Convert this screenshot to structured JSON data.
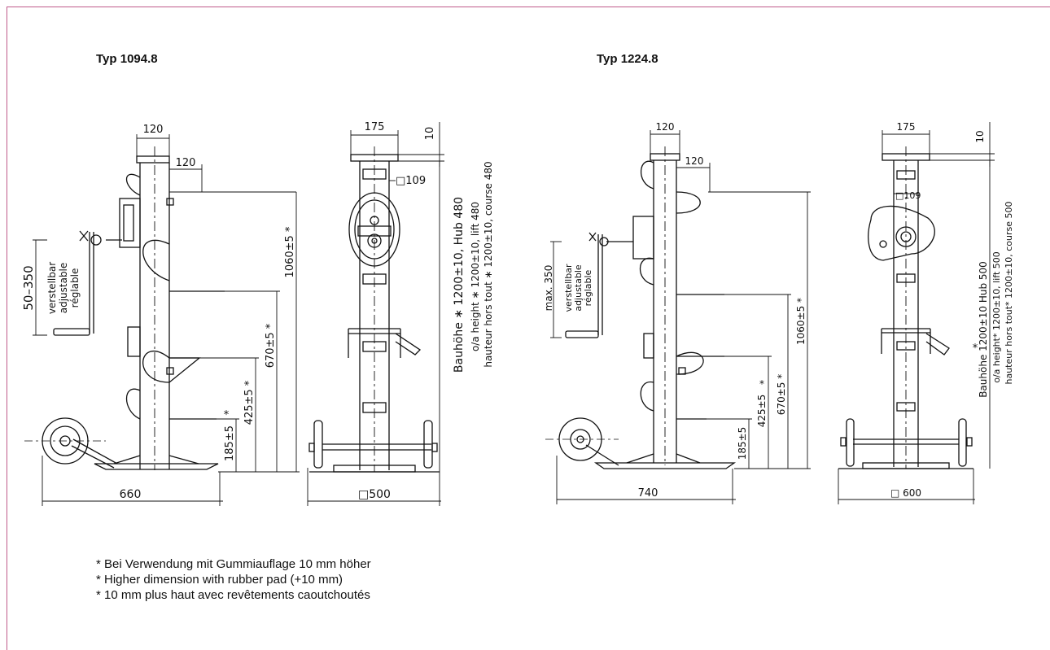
{
  "left_drawing": {
    "title": "Typ 1094.8",
    "side": {
      "top_width": "120",
      "bracket_width": "120",
      "adjust_range": "50–350",
      "adjust_de": "verstellbar",
      "adjust_en": "adjustable",
      "adjust_fr": "réglable",
      "dim_1060": "1060±5 *",
      "dim_670": "670±5 *",
      "dim_425": "425±5 *",
      "dim_185": "185±5",
      "star_185": "*",
      "base_width": "660"
    },
    "front": {
      "plate_width": "175",
      "plate_thickness": "10",
      "tube_size": "□109",
      "height_de": "Bauhöhe ∗ 1200±10, Hub 480",
      "height_en": "o/a height ∗ 1200±10, lift 480",
      "height_fr": "hauteur hors tout ∗ 1200±10, course 480",
      "base_size": "□500"
    }
  },
  "right_drawing": {
    "title": "Typ 1224.8",
    "side": {
      "top_width": "120",
      "bracket_width": "120",
      "adjust_range": "max. 350",
      "adjust_de": "verstellbar",
      "adjust_en": "adjustable",
      "adjust_fr": "réglable",
      "dim_1060": "1060±5 *",
      "dim_670": "670±5 *",
      "dim_425": "425±5",
      "star_425": "*",
      "dim_185": "185±5",
      "base_width": "740"
    },
    "front": {
      "plate_width": "175",
      "plate_thickness": "10",
      "tube_size": "□109",
      "height_de": "Bauhöhe 1200±10  Hub 500",
      "star_de": "*",
      "height_en": "o/a height* 1200±10, lift 500",
      "height_fr": "hauteur hors tout* 1200±10,  course 500",
      "base_size": "□ 600"
    }
  },
  "notes": [
    "* Bei Verwendung mit Gummiauflage 10 mm höher",
    "* Higher dimension with rubber pad (+10 mm)",
    "* 10 mm plus haut avec revêtements caoutchoutés"
  ],
  "colors": {
    "frame": "#c05a8a",
    "ink": "#111111"
  }
}
